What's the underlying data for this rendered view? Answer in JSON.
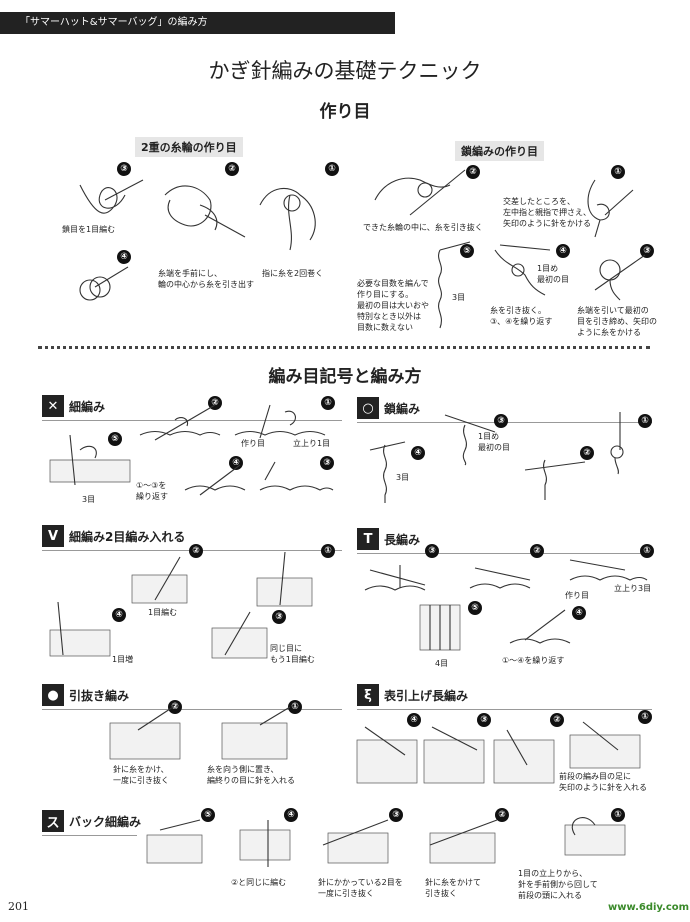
{
  "header": {
    "label": "「サマーハット&サマーバッグ」の編み方"
  },
  "page_title": "かぎ針編みの基礎テクニック",
  "section_start": {
    "title": "作り目",
    "double_ring": {
      "label": "2重の糸輪の作り目",
      "notes": [
        "鎖目を1目編む",
        "糸端を手前にし、\n輪の中心から糸を引き出す",
        "指に糸を2回巻く"
      ]
    },
    "chain_start": {
      "label": "鎖編みの作り目",
      "notes": [
        "できた糸輪の中に、糸を引き抜く",
        "交差したところを、\n左中指と親指で押さえ、\n矢印のように針をかける",
        "必要な目数を編んで\n作り目にする。\n最初の目は大いおや\n特別なとき以外は\n目数に数えない",
        "3目",
        "1目め\n最初の目",
        "糸を引き抜く。\n③、④を繰り返す",
        "糸端を引いて最初の\n目を引き締め、矢印の\nように糸をかける"
      ]
    }
  },
  "section_symbols": {
    "title": "編み目記号と編み方"
  },
  "stitches": {
    "sc": {
      "symbol": "✕",
      "name": "細編み",
      "notes": [
        "立上り1目",
        "作り目",
        "3目",
        "①～③を\n繰り返す"
      ]
    },
    "ch": {
      "symbol": "○",
      "name": "鎖編み",
      "notes": [
        "1目め\n最初の目",
        "3目"
      ]
    },
    "sc2inc": {
      "symbol": "V",
      "name": "細編み2目編み入れる",
      "notes": [
        "1目編む",
        "1目増",
        "同じ目に\nもう1目編む"
      ]
    },
    "dc": {
      "symbol": "T",
      "name": "長編み",
      "notes": [
        "立上り3目",
        "作り目",
        "4目",
        "①～④を繰り返す"
      ]
    },
    "slst": {
      "symbol": "●",
      "name": "引抜き編み",
      "notes": [
        "針に糸をかけ、\n一度に引き抜く",
        "糸を向う側に置き、\n編終りの目に針を入れる"
      ]
    },
    "fpdc": {
      "symbol": "ξ",
      "name": "表引上げ長編み",
      "notes": [
        "前段の編み目の足に\n矢印のように針を入れる"
      ]
    },
    "rsc": {
      "symbol": "ス",
      "name": "バック細編み",
      "notes": [
        "②と同じに編む",
        "針にかかっている2目を\n一度に引き抜く",
        "針に糸をかけて\n引き抜く",
        "1目の立上りから、\n針を手前側から回して\n前段の頭に入れる"
      ]
    }
  },
  "steps": [
    "①",
    "②",
    "③",
    "④",
    "⑤"
  ],
  "page_number": "201",
  "watermark": "www.6diy.com"
}
